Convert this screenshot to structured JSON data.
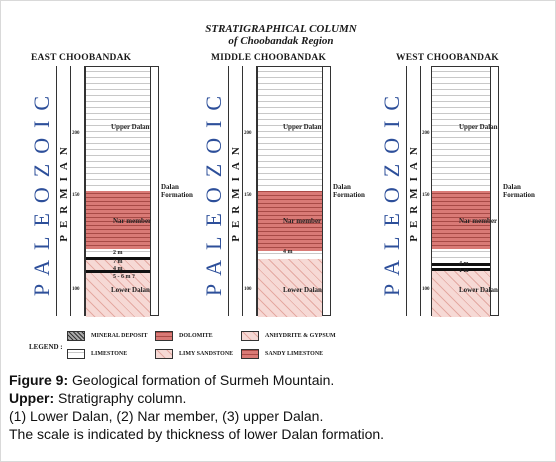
{
  "title": {
    "line1": "STRATIGRAPHICAL    COLUMN",
    "line2": "of Choobandak Region"
  },
  "columns": [
    {
      "heading": "EAST CHOOBANDAK",
      "era": "PALEOZOIC",
      "period": "PERMIAN",
      "labels": {
        "upper": "Upper Dalan",
        "nar": "Nar member",
        "lower": "Lower Dalan",
        "m1": "2 m",
        "m2": "7 m",
        "m3": "4 m",
        "m4": "5 - 6 m ?"
      },
      "scale": [
        "200",
        "150",
        "100"
      ]
    },
    {
      "heading": "MIDDLE CHOOBANDAK",
      "era": "PALEOZOIC",
      "period": "PERMIAN",
      "labels": {
        "upper": "Upper Dalan",
        "nar": "Nar member",
        "lower": "Lower Dalan",
        "m1": "4 m"
      },
      "scale": [
        "200",
        "150",
        "100"
      ]
    },
    {
      "heading": "WEST CHOOBANDAK",
      "era": "PALEOZOIC",
      "period": "PERMIAN",
      "labels": {
        "upper": "Upper Dalan",
        "nar": "Nar member",
        "lower": "Lower Dalan",
        "m1": "4 m",
        "m2": "1 m"
      },
      "scale": [
        "200",
        "150",
        "100"
      ]
    }
  ],
  "formation_label": {
    "line1": "Dalan",
    "line2": "Formation"
  },
  "legend": {
    "title": "LEGEND :",
    "items": [
      {
        "label": "MINERAL DEPOSIT",
        "pattern": "mineral"
      },
      {
        "label": "DOLOMITE",
        "pattern": "dolomite"
      },
      {
        "label": "ANHYDRITE & GYPSUM",
        "pattern": "sandy"
      },
      {
        "label": "LIMESTONE",
        "pattern": "limestone"
      },
      {
        "label": "LIMY SANDSTONE",
        "pattern": "sandy"
      },
      {
        "label": "SANDY LIMESTONE",
        "pattern": "dolomite"
      }
    ]
  },
  "caption": {
    "fig_label": "Figure 9:",
    "fig_text": " Geological formation of Surmeh Mountain.",
    "upper_label": "Upper:",
    "upper_text": " Stratigraphy column.",
    "line3": "(1) Lower Dalan, (2) Nar member, (3) upper Dalan.",
    "line4": "The scale is indicated by thickness of lower Dalan formation."
  },
  "colors": {
    "era_text": "#2d4f9a",
    "dolomite": "#d97a76",
    "sandy_limestone": "#f6d9d5"
  }
}
